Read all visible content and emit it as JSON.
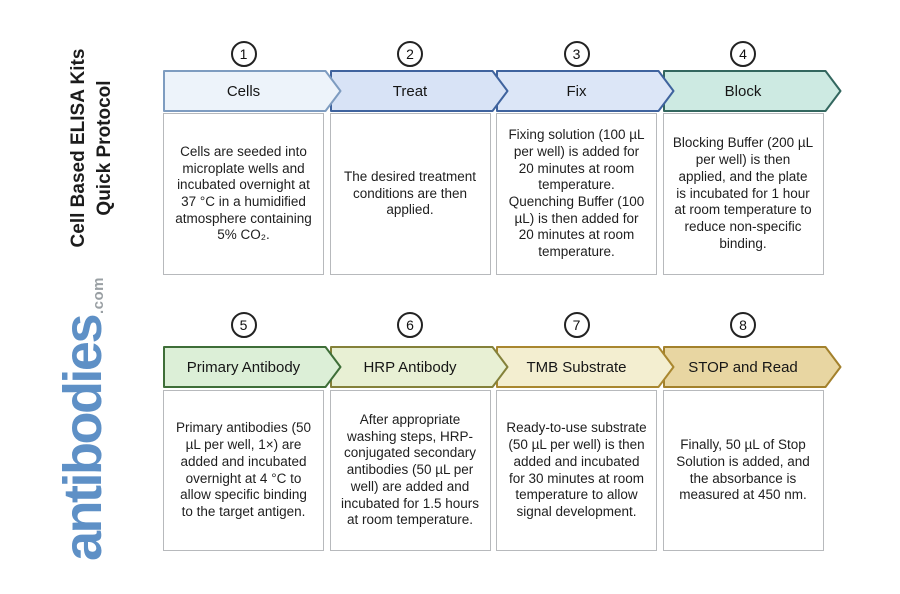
{
  "sidebar": {
    "title_line1": "Cell Based ELISA Kits",
    "title_line2": "Quick Protocol",
    "logo_text": "antibodies",
    "logo_suffix": ".com",
    "logo_color": "#5e90c6",
    "logo_suffix_color": "#9aa0a4"
  },
  "steps": [
    {
      "number": "1",
      "label": "Cells",
      "description": "Cells are seeded into microplate wells and incubated overnight at 37 °C in a humidified atmosphere containing 5% CO₂.",
      "fill": "#edf3fa",
      "border": "#7e9cc0"
    },
    {
      "number": "2",
      "label": "Treat",
      "description": "The desired treatment conditions are then applied.",
      "fill": "#d8e3f6",
      "border": "#3f639e"
    },
    {
      "number": "3",
      "label": "Fix",
      "description": "Fixing solution (100 µL per well) is added for 20 minutes at room temperature. Quenching Buffer (100 µL) is then added for 20 minutes at room temperature.",
      "fill": "#dce6f7",
      "border": "#3f639e"
    },
    {
      "number": "4",
      "label": "Block",
      "description": "Blocking Buffer (200 µL per well) is then applied, and the plate is incubated for 1 hour at room temperature to reduce non-specific binding.",
      "fill": "#cdeae2",
      "border": "#33675f"
    },
    {
      "number": "5",
      "label": "Primary Antibody",
      "description": "Primary antibodies (50 µL per well, 1×) are added and incubated overnight at 4 °C to allow specific binding to the target antigen.",
      "fill": "#dcefd7",
      "border": "#3e6e38"
    },
    {
      "number": "6",
      "label": "HRP Antibody",
      "description": "After appropriate washing steps, HRP-conjugated secondary antibodies (50 µL per well) are added and incubated for 1.5 hours at room temperature.",
      "fill": "#e8f0d4",
      "border": "#84813a"
    },
    {
      "number": "7",
      "label": "TMB Substrate",
      "description": "Ready-to-use substrate (50 µL per well) is then added and incubated for 30 minutes at room temperature to allow signal development.",
      "fill": "#f3eed0",
      "border": "#a9872f"
    },
    {
      "number": "8",
      "label": "STOP and Read",
      "description": "Finally, 50 µL of Stop Solution is added, and the absorbance is measured at 450 nm.",
      "fill": "#e8d6a2",
      "border": "#a3812c"
    }
  ]
}
